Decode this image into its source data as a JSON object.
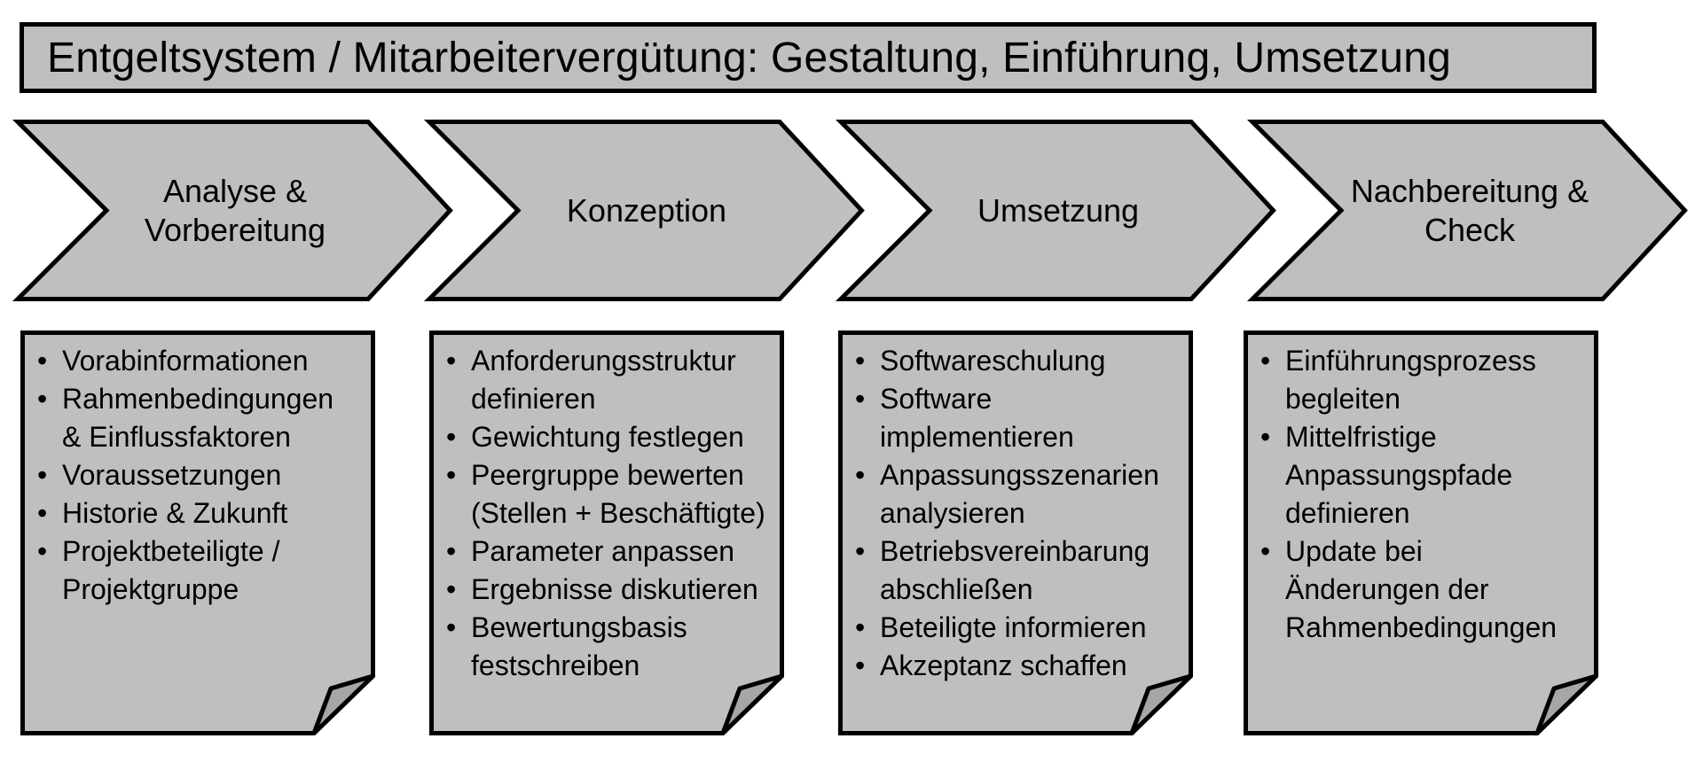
{
  "title": "Entgeltsystem / Mitarbeitervergütung: Gestaltung, Einführung, Umsetzung",
  "colors": {
    "shape_fill": "#BFBFBF",
    "fold_fill": "#A6A6A6",
    "outline": "#000000"
  },
  "stages": [
    {
      "label": "Analyse &\nVorbereitung",
      "items": [
        "Vorabinformationen",
        "Rahmenbedingungen\n& Einflussfaktoren",
        "Voraussetzungen",
        "Historie & Zukunft",
        "Projektbeteiligte /\nProjektgruppe"
      ]
    },
    {
      "label": "Konzeption",
      "items": [
        "Anforderungsstruktur\ndefinieren",
        "Gewichtung festlegen",
        "Peergruppe bewerten\n(Stellen + Beschäftigte)",
        "Parameter anpassen",
        "Ergebnisse diskutieren",
        "Bewertungsbasis\nfestschreiben"
      ]
    },
    {
      "label": "Umsetzung",
      "items": [
        "Softwareschulung",
        "Software\nimplementieren",
        "Anpassungsszenarien\nanalysieren",
        "Betriebsvereinbarung\nabschließen",
        "Beteiligte informieren",
        "Akzeptanz schaffen"
      ]
    },
    {
      "label": "Nachbereitung &\nCheck",
      "items": [
        "Einführungsprozess\nbegleiten",
        "Mittelfristige\nAnpassungspfade\ndefinieren",
        "Update bei\nÄnderungen der\nRahmenbedingungen"
      ]
    }
  ]
}
